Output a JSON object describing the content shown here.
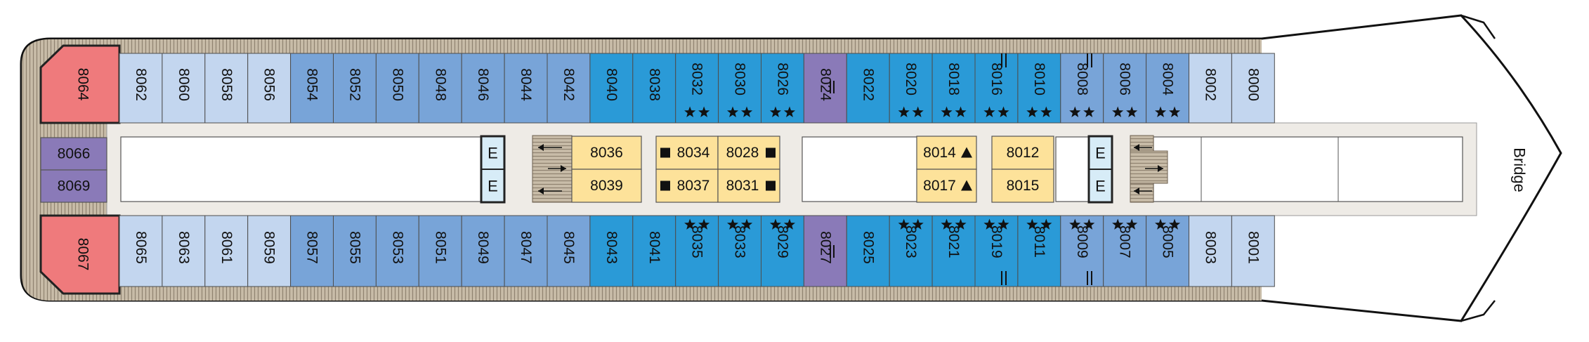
{
  "colors": {
    "light": "#c3d6ef",
    "medium": "#78a4d8",
    "dark": "#2a9ad7",
    "purple": "#8a7ab8",
    "red": "#ef7a7c",
    "yellow": "#fde29a",
    "elevator": "#d7ecf7",
    "corridor": "#eeebe6",
    "deck": "#c8bca8"
  },
  "bridge_label": "Bridge",
  "elevator_letter": "E",
  "top_row": [
    {
      "id": "8062",
      "color": "light",
      "stars": 0
    },
    {
      "id": "8060",
      "color": "light",
      "stars": 0
    },
    {
      "id": "8058",
      "color": "light",
      "stars": 0
    },
    {
      "id": "8056",
      "color": "light",
      "stars": 0
    },
    {
      "id": "8054",
      "color": "medium",
      "stars": 0
    },
    {
      "id": "8052",
      "color": "medium",
      "stars": 0
    },
    {
      "id": "8050",
      "color": "medium",
      "stars": 0
    },
    {
      "id": "8048",
      "color": "medium",
      "stars": 0
    },
    {
      "id": "8046",
      "color": "medium",
      "stars": 0
    },
    {
      "id": "8044",
      "color": "medium",
      "stars": 0
    },
    {
      "id": "8042",
      "color": "medium",
      "stars": 0
    },
    {
      "id": "8040",
      "color": "dark",
      "stars": 0
    },
    {
      "id": "8038",
      "color": "dark",
      "stars": 0
    },
    {
      "id": "8032",
      "color": "dark",
      "stars": 2
    },
    {
      "id": "8030",
      "color": "dark",
      "stars": 2
    },
    {
      "id": "8026",
      "color": "dark",
      "stars": 2
    },
    {
      "id": "8024",
      "color": "purple",
      "stars": 0
    },
    {
      "id": "8022",
      "color": "dark",
      "stars": 0
    },
    {
      "id": "8020",
      "color": "dark",
      "stars": 2
    },
    {
      "id": "8018",
      "color": "dark",
      "stars": 2
    },
    {
      "id": "8016",
      "color": "dark",
      "stars": 2
    },
    {
      "id": "8010",
      "color": "dark",
      "stars": 2
    },
    {
      "id": "8008",
      "color": "medium",
      "stars": 2
    },
    {
      "id": "8006",
      "color": "medium",
      "stars": 2
    },
    {
      "id": "8004",
      "color": "medium",
      "stars": 2
    },
    {
      "id": "8002",
      "color": "light",
      "stars": 0
    },
    {
      "id": "8000",
      "color": "light",
      "stars": 0
    }
  ],
  "bottom_row": [
    {
      "id": "8065",
      "color": "light",
      "stars": 0
    },
    {
      "id": "8063",
      "color": "light",
      "stars": 0
    },
    {
      "id": "8061",
      "color": "light",
      "stars": 0
    },
    {
      "id": "8059",
      "color": "light",
      "stars": 0
    },
    {
      "id": "8057",
      "color": "medium",
      "stars": 0
    },
    {
      "id": "8055",
      "color": "medium",
      "stars": 0
    },
    {
      "id": "8053",
      "color": "medium",
      "stars": 0
    },
    {
      "id": "8051",
      "color": "medium",
      "stars": 0
    },
    {
      "id": "8049",
      "color": "medium",
      "stars": 0
    },
    {
      "id": "8047",
      "color": "medium",
      "stars": 0
    },
    {
      "id": "8045",
      "color": "medium",
      "stars": 0
    },
    {
      "id": "8043",
      "color": "dark",
      "stars": 0
    },
    {
      "id": "8041",
      "color": "dark",
      "stars": 0
    },
    {
      "id": "8035",
      "color": "dark",
      "stars": 2
    },
    {
      "id": "8033",
      "color": "dark",
      "stars": 2
    },
    {
      "id": "8029",
      "color": "dark",
      "stars": 2
    },
    {
      "id": "8027",
      "color": "purple",
      "stars": 0
    },
    {
      "id": "8025",
      "color": "dark",
      "stars": 0
    },
    {
      "id": "8023",
      "color": "dark",
      "stars": 2
    },
    {
      "id": "8021",
      "color": "dark",
      "stars": 2
    },
    {
      "id": "8019",
      "color": "dark",
      "stars": 2
    },
    {
      "id": "8011",
      "color": "dark",
      "stars": 2
    },
    {
      "id": "8009",
      "color": "medium",
      "stars": 2
    },
    {
      "id": "8007",
      "color": "medium",
      "stars": 2
    },
    {
      "id": "8005",
      "color": "medium",
      "stars": 2
    },
    {
      "id": "8003",
      "color": "light",
      "stars": 0
    },
    {
      "id": "8001",
      "color": "light",
      "stars": 0
    }
  ],
  "stern_cabins": [
    {
      "id": "8064",
      "color": "red"
    },
    {
      "id": "8066",
      "color": "purple"
    },
    {
      "id": "8069",
      "color": "purple"
    },
    {
      "id": "8067",
      "color": "red"
    }
  ],
  "center_cabins": [
    {
      "id": "8036",
      "symbol": ""
    },
    {
      "id": "8039",
      "symbol": ""
    },
    {
      "id": "8034",
      "symbol": "square"
    },
    {
      "id": "8028",
      "symbol": "square"
    },
    {
      "id": "8037",
      "symbol": "square"
    },
    {
      "id": "8031",
      "symbol": "square"
    },
    {
      "id": "8014",
      "symbol": "triangle"
    },
    {
      "id": "8017",
      "symbol": "triangle"
    },
    {
      "id": "8012",
      "symbol": ""
    },
    {
      "id": "8015",
      "symbol": ""
    }
  ]
}
